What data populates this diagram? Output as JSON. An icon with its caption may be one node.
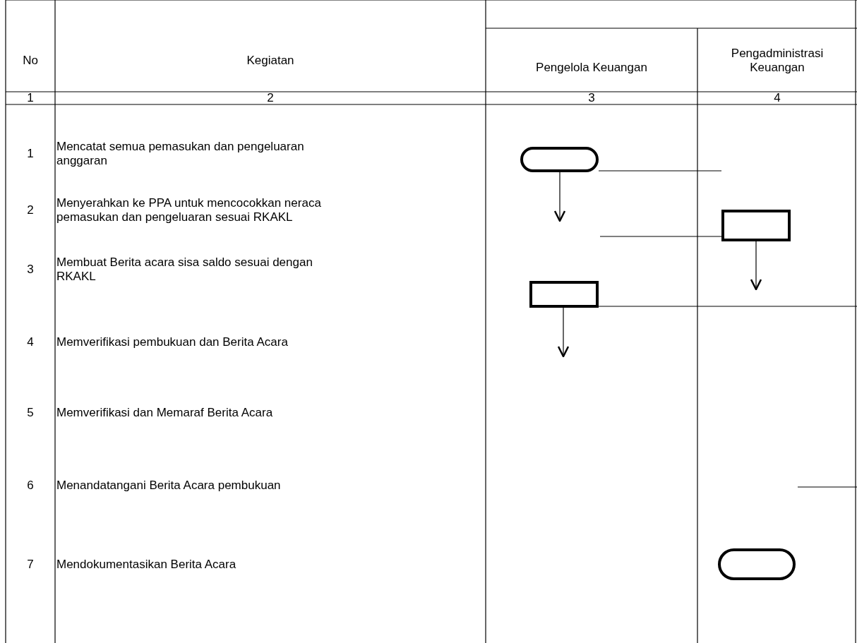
{
  "diagram": {
    "nodes": [
      {
        "text": [],
        "shape": "terminator"
      },
      {
        "text": [],
        "shape": "box"
      },
      {
        "text": [],
        "shape": "box"
      },
      {
        "text": [],
        "shape": "terminator"
      }
    ],
    "edges": [
      {
        "from": 0,
        "to": null,
        "arrow": "to"
      },
      {
        "from": 0,
        "to": null,
        "arrow": "none"
      },
      {
        "from": null,
        "to": 1,
        "arrow": "none"
      },
      {
        "from": 1,
        "to": null,
        "arrow": "to"
      },
      {
        "from": 2,
        "to": null,
        "arrow": "to"
      },
      {
        "from": 2,
        "to": null,
        "arrow": "none"
      }
    ],
    "labels": [
      "No",
      "Kegiatan",
      "Pengelola Keuangan",
      "Pengadministrasi Keuangan",
      "1",
      "2",
      "3",
      "4",
      "1",
      "Mencatat semua pemasukan dan pengeluaran anggaran",
      "2",
      "Menyerahkan ke PPA untuk mencocokkan neraca pemasukan dan pengeluaran  sesuai RKAKL",
      "3",
      "Membuat Berita acara sisa saldo sesuai dengan RKAKL",
      "4",
      "Memverifikasi pembukuan dan Berita Acara",
      "5",
      "Memverifikasi dan Memaraf Berita Acara",
      "6",
      "Menandatangani Berita Acara pembukuan",
      "7",
      "Mendokumentasikan Berita Acara"
    ]
  }
}
